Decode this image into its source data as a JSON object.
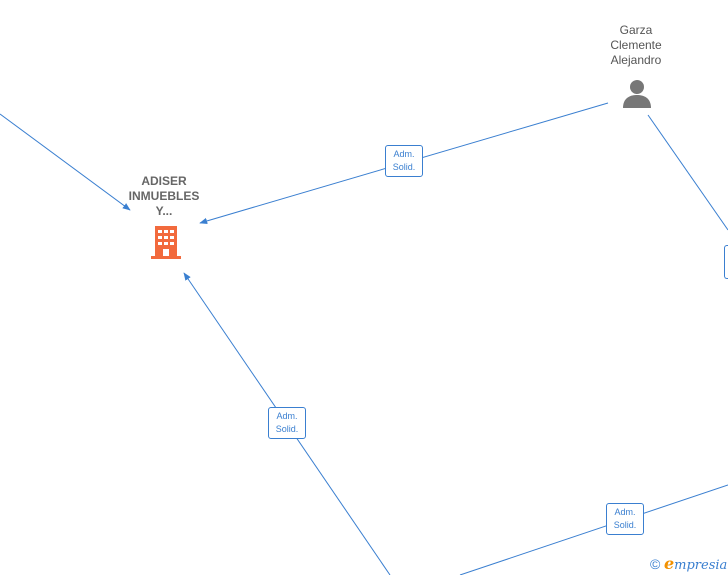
{
  "nodes": {
    "company": {
      "label_lines": [
        "ADISER",
        "INMUEBLES",
        "Y..."
      ],
      "icon": "building-icon",
      "color": "#f26a3d"
    },
    "person": {
      "label_lines": [
        "Garza",
        "Clemente",
        "Alejandro"
      ],
      "icon": "person-icon",
      "color": "#777777"
    }
  },
  "relations": [
    {
      "line1": "Adm.",
      "line2": "Solid."
    },
    {
      "line1": "Adm.",
      "line2": "Solid."
    },
    {
      "line1": "Adm.",
      "line2": "Solid."
    }
  ],
  "brand": {
    "copyright": "©",
    "initial": "e",
    "name": "mpresia"
  },
  "colors": {
    "edge": "#3a7fd0",
    "accent": "#f29100"
  }
}
